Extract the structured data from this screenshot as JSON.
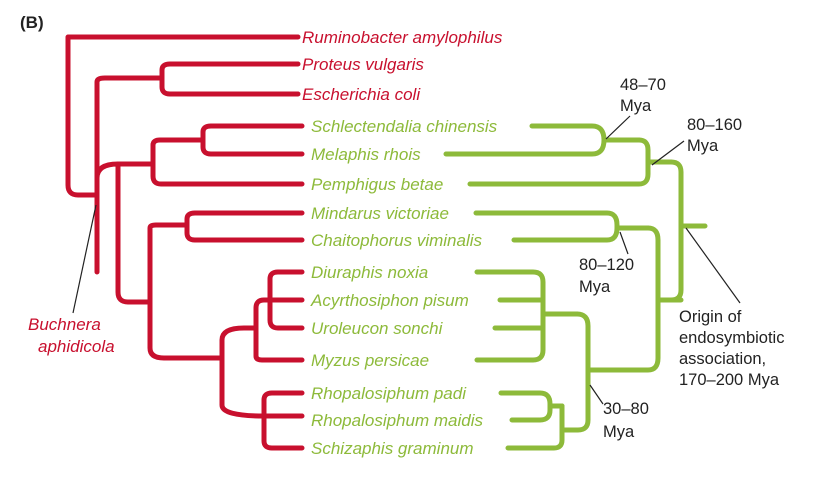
{
  "panel_label": "(B)",
  "colors": {
    "host": "#c8102e",
    "symbiont": "#8dba3a",
    "annotation": "#222222"
  },
  "hosts": [
    "Ruminobacter amylophilus",
    "Proteus vulgaris",
    "Escherichia coli"
  ],
  "symbionts": [
    "Schlectendalia chinensis",
    "Melaphis rhois",
    "Pemphigus betae",
    "Mindarus victoriae",
    "Chaitophorus viminalis",
    "Diuraphis noxia",
    "Acyrthosiphon pisum",
    "Uroleucon sonchi",
    "Myzus persicae",
    "Rhopalosiphum padi",
    "Rhopalosiphum maidis",
    "Schizaphis graminum"
  ],
  "group_label": [
    "Buchnera",
    "aphidicola"
  ],
  "annotations": {
    "a1": [
      "48–70",
      "Mya"
    ],
    "a2": [
      "80–160",
      "Mya"
    ],
    "a3": [
      "80–120",
      "Mya"
    ],
    "a4": [
      "30–80",
      "Mya"
    ],
    "origin": [
      "Origin of",
      "endosymbiotic",
      "association,",
      "170–200 Mya"
    ]
  }
}
